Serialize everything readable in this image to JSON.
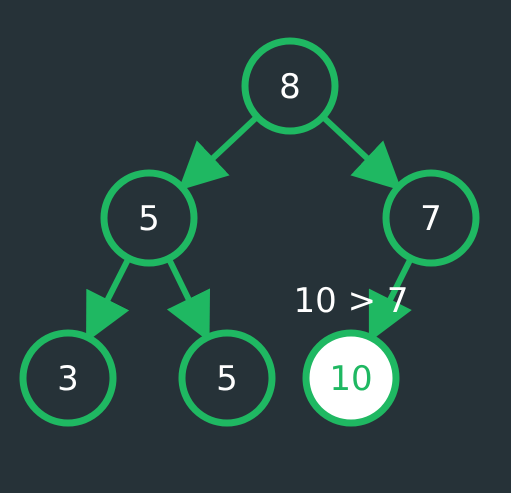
{
  "colors": {
    "background": "#263238",
    "edge": "#1fb862",
    "node_stroke": "#1fb862",
    "node_fill": "#263238",
    "node_text": "#ffffff",
    "highlight_fill": "#ffffff",
    "highlight_text": "#1fb862",
    "annotation_text": "#ffffff"
  },
  "nodes": [
    {
      "id": "n1",
      "label": "8",
      "highlighted": false
    },
    {
      "id": "n2",
      "label": "5",
      "highlighted": false
    },
    {
      "id": "n3",
      "label": "7",
      "highlighted": false
    },
    {
      "id": "n4",
      "label": "3",
      "highlighted": false
    },
    {
      "id": "n5",
      "label": "5",
      "highlighted": false
    },
    {
      "id": "n6",
      "label": "10",
      "highlighted": true
    }
  ],
  "edges": [
    {
      "from": "n1",
      "to": "n2"
    },
    {
      "from": "n1",
      "to": "n3"
    },
    {
      "from": "n2",
      "to": "n4"
    },
    {
      "from": "n2",
      "to": "n5"
    },
    {
      "from": "n3",
      "to": "n6"
    }
  ],
  "annotation": {
    "text": "10 > 7"
  }
}
